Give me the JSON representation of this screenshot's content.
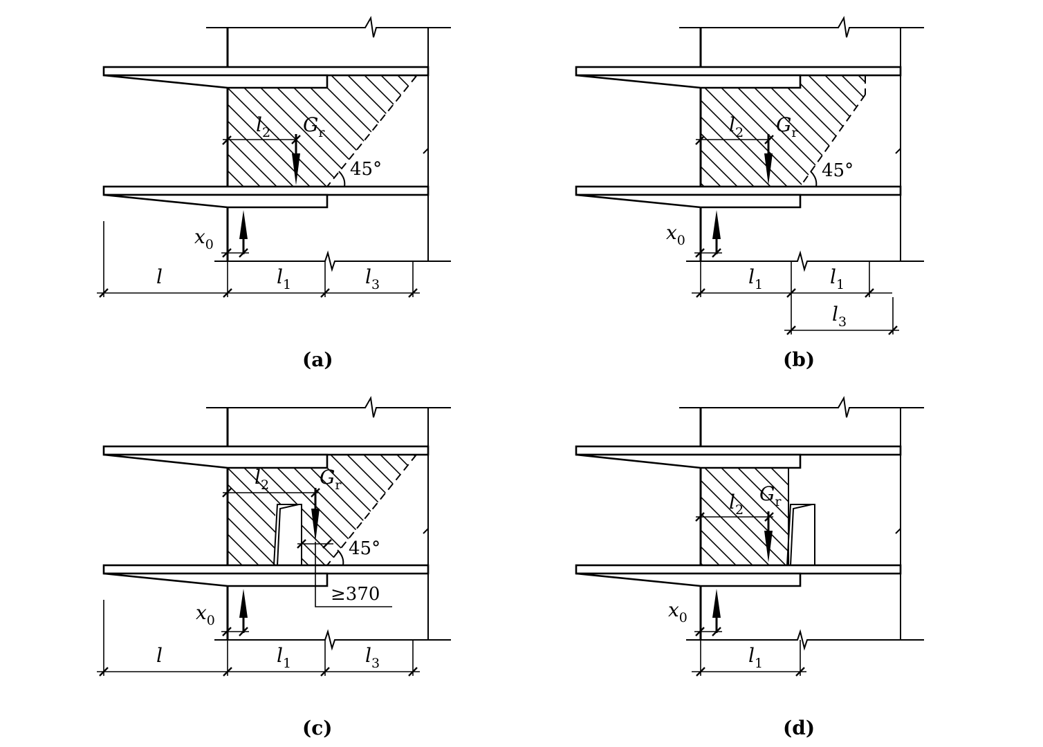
{
  "panels": {
    "a": {
      "caption": "(a)",
      "labels": {
        "l": "l",
        "l1": "l",
        "l1_sub": "1",
        "l2": "l",
        "l2_sub": "2",
        "l3": "l",
        "l3_sub": "3",
        "g": "G",
        "g_sub": "r",
        "x": "x",
        "x_sub": "0",
        "angle": "45°"
      }
    },
    "b": {
      "caption": "(b)",
      "labels": {
        "l1": "l",
        "l1_sub": "1",
        "l1b": "l",
        "l1b_sub": "1",
        "l2": "l",
        "l2_sub": "2",
        "l3": "l",
        "l3_sub": "3",
        "g": "G",
        "g_sub": "r",
        "x": "x",
        "x_sub": "0",
        "angle": "45°"
      }
    },
    "c": {
      "caption": "(c)",
      "labels": {
        "l": "l",
        "l1": "l",
        "l1_sub": "1",
        "l2": "l",
        "l2_sub": "2",
        "l3": "l",
        "l3_sub": "3",
        "g": "G",
        "g_sub": "r",
        "x": "x",
        "x_sub": "0",
        "angle": "45°",
        "min_dim": "≥370"
      }
    },
    "d": {
      "caption": "(d)",
      "labels": {
        "l1": "l",
        "l1_sub": "1",
        "l2": "l",
        "l2_sub": "2",
        "g": "G",
        "g_sub": "r",
        "x": "x",
        "x_sub": "0"
      }
    }
  }
}
